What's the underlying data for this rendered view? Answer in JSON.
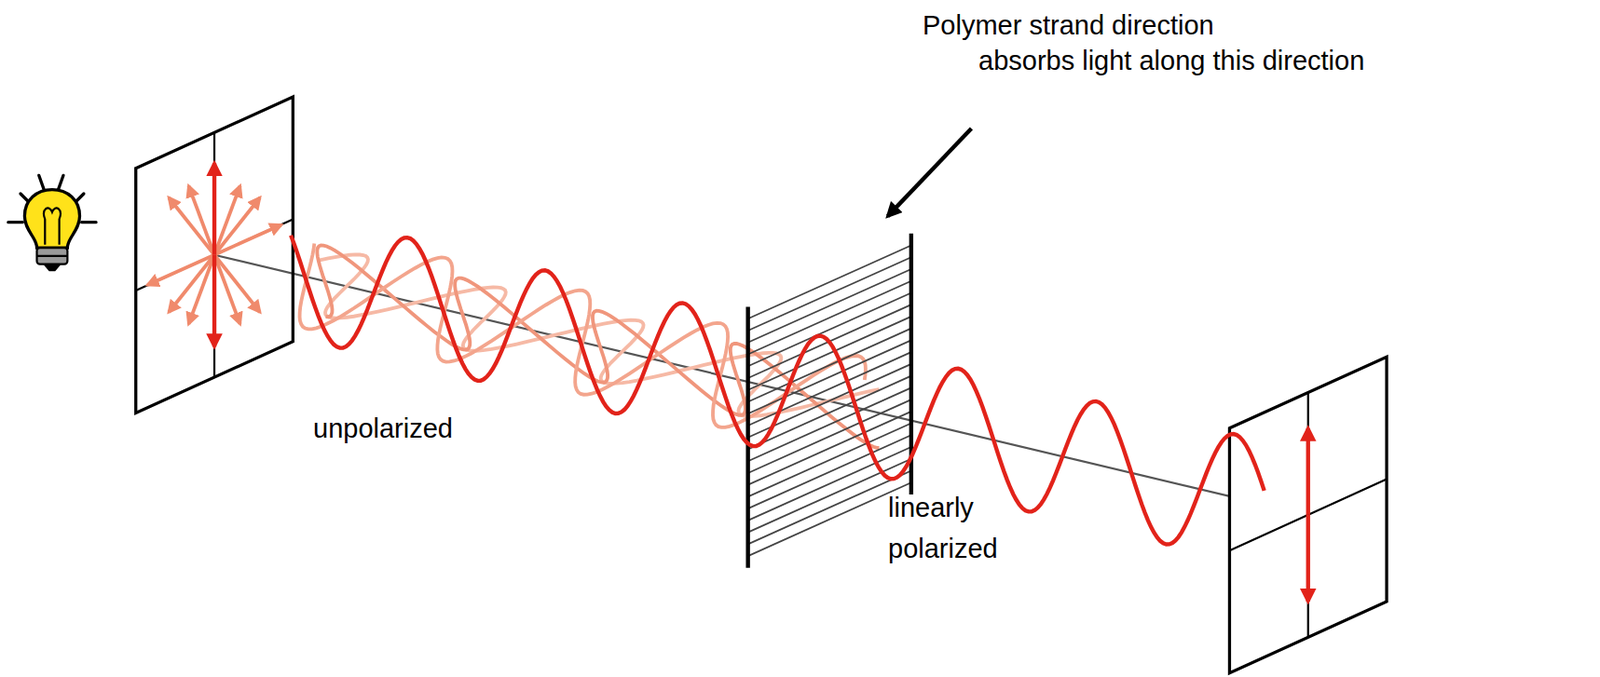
{
  "diagram": {
    "labels": [
      "Polymer strand direction",
      "absorbs light along this direction",
      "unpolarized",
      "linearly polarized"
    ]
  }
}
